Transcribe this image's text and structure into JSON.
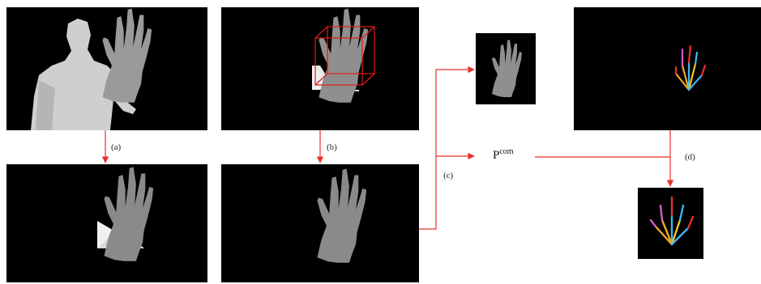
{
  "labels": {
    "a": "(a)",
    "b": "(b)",
    "c": "(c)",
    "d": "(d)"
  },
  "com": {
    "base": "P",
    "superscript": "com"
  },
  "colors": {
    "arrow": "#e8302b",
    "hand_gray": "#8a8a8a",
    "background": "#000000",
    "cube": "#e01b1b"
  }
}
